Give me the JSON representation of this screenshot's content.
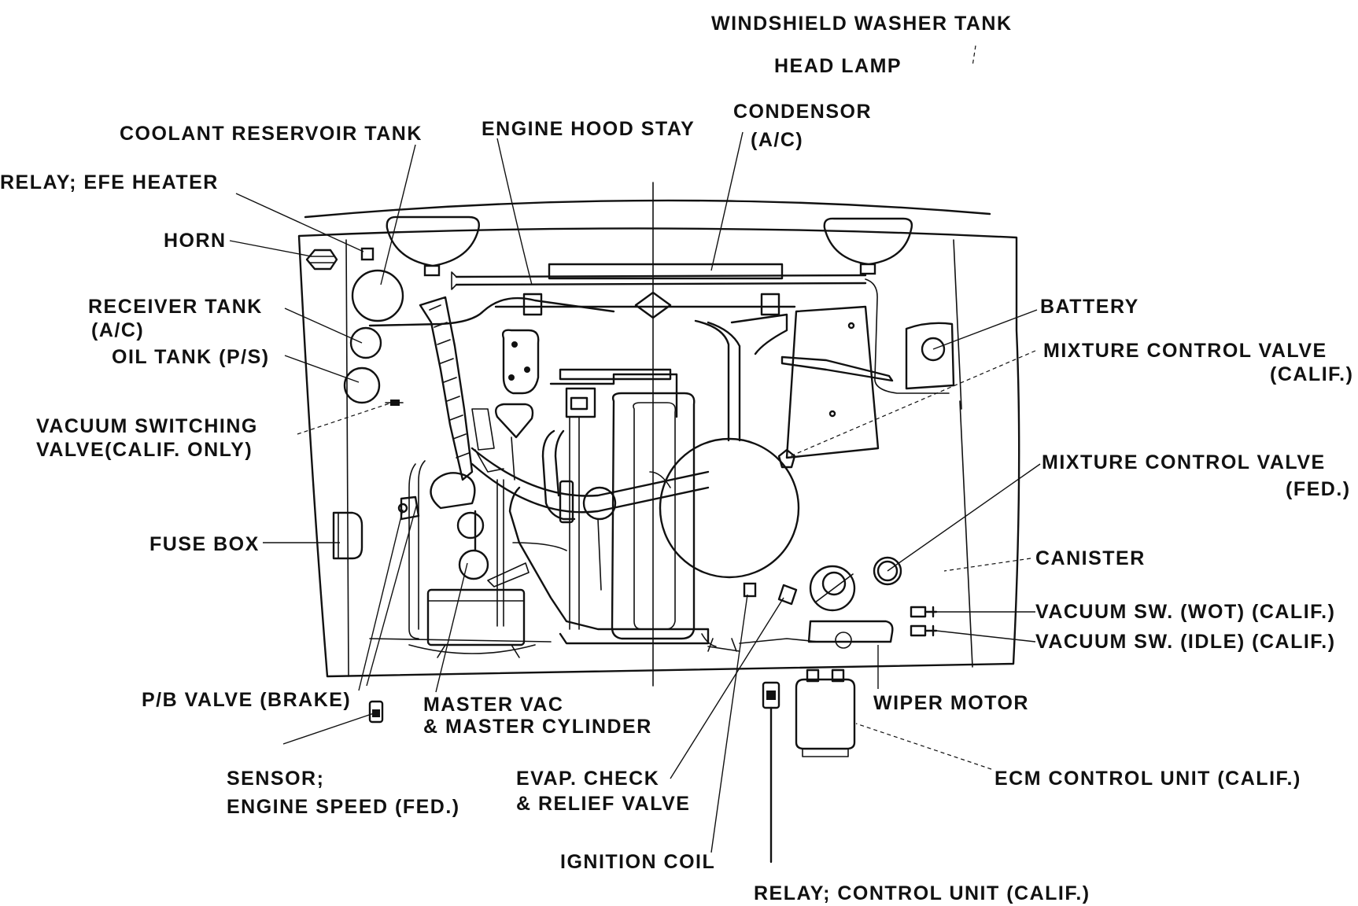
{
  "labels": {
    "windshield_washer_tank": "WINDSHIELD WASHER TANK",
    "head_lamp": "HEAD LAMP",
    "coolant_reservoir_tank": "COOLANT RESERVOIR TANK",
    "engine_hood_stay": "ENGINE HOOD STAY",
    "condensor": "CONDENSOR",
    "condensor_ac": "(A/C)",
    "relay_efe_heater": "RELAY; EFE HEATER",
    "horn": "HORN",
    "receiver_tank": "RECEIVER TANK",
    "receiver_tank_ac": "(A/C)",
    "oil_tank_ps": "OIL TANK (P/S)",
    "vacuum_switching_valve_1": "VACUUM SWITCHING",
    "vacuum_switching_valve_2": "VALVE(CALIF. ONLY)",
    "fuse_box": "FUSE BOX",
    "battery": "BATTERY",
    "mixture_control_valve_calif_1": "MIXTURE CONTROL VALVE",
    "mixture_control_valve_calif_2": "(CALIF.)",
    "mixture_control_valve_fed_1": "MIXTURE CONTROL VALVE",
    "mixture_control_valve_fed_2": "(FED.)",
    "canister": "CANISTER",
    "vacuum_sw_wot": "VACUUM SW. (WOT) (CALIF.)",
    "vacuum_sw_idle": "VACUUM SW. (IDLE) (CALIF.)",
    "pb_valve": "P/B VALVE (BRAKE)",
    "master_vac_1": "MASTER VAC",
    "master_vac_2": "& MASTER CYLINDER",
    "wiper_motor": "WIPER MOTOR",
    "sensor_1": "SENSOR;",
    "sensor_2": "ENGINE SPEED (FED.)",
    "evap_check_1": "EVAP. CHECK",
    "evap_check_2": "& RELIEF VALVE",
    "ecm_control_unit": "ECM CONTROL UNIT (CALIF.)",
    "ignition_coil": "IGNITION COIL",
    "relay_control_unit": "RELAY; CONTROL UNIT (CALIF.)"
  }
}
